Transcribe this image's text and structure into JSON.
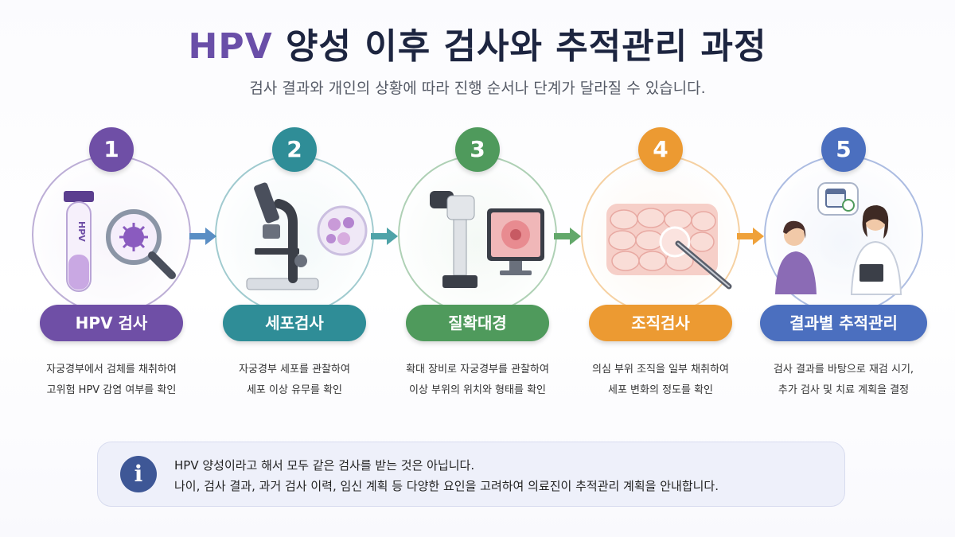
{
  "header": {
    "title_accent": "HPV",
    "title_rest": " 양성 이후 검사와 추적관리 과정",
    "subtitle": "검사 결과와 개인의 상황에 따라 진행 순서나 단계가 달라질 수 있습니다."
  },
  "steps": [
    {
      "number": "1",
      "label": "HPV 검사",
      "color": "#6f4fa6",
      "bg": "#f1ebf7",
      "icon": "test-tube-magnifier-icon",
      "tube_text": "HPV",
      "desc": [
        "자궁경부에서 검체를 채취하여",
        "고위험 HPV 감염 여부를 확인"
      ]
    },
    {
      "number": "2",
      "label": "세포검사",
      "color": "#2f8d97",
      "bg": "#e6f4f4",
      "icon": "microscope-icon",
      "desc": [
        "자궁경부 세포를 관찰하여",
        "세포 이상 유무를 확인"
      ]
    },
    {
      "number": "3",
      "label": "질확대경",
      "color": "#4f9a5c",
      "bg": "#e9f4ea",
      "icon": "colposcope-icon",
      "desc": [
        "확대 장비로 자궁경부를 관찰하여",
        "이상 부위의 위치와 형태를 확인"
      ]
    },
    {
      "number": "4",
      "label": "조직검사",
      "color": "#ec9a32",
      "bg": "#fdf0e0",
      "icon": "biopsy-tissue-icon",
      "desc": [
        "의심 부위 조직을 일부 채취하여",
        "세포 변화의 정도를 확인"
      ]
    },
    {
      "number": "5",
      "label": "결과별 추적관리",
      "color": "#4b6fbf",
      "bg": "#e8eef9",
      "icon": "doctor-consultation-icon",
      "desc": [
        "검사 결과를 바탕으로 재검 시기,",
        "추가 검사 및 치료 계획을 결정"
      ]
    }
  ],
  "arrows": [
    {
      "color": "#5a8ec4",
      "icon": "arrow-right-icon"
    },
    {
      "color": "#4ea3a8",
      "icon": "arrow-right-icon"
    },
    {
      "color": "#62a86a",
      "icon": "arrow-right-icon"
    },
    {
      "color": "#efa13a",
      "icon": "arrow-right-icon"
    }
  ],
  "note": {
    "icon": "info-icon",
    "icon_glyph": "i",
    "lines": [
      "HPV 양성이라고 해서 모두 같은 검사를 받는 것은 아닙니다.",
      "나이, 검사 결과, 과거 검사 이력, 임신 계획 등 다양한 요인을 고려하여 의료진이 추적관리 계획을 안내합니다."
    ]
  }
}
